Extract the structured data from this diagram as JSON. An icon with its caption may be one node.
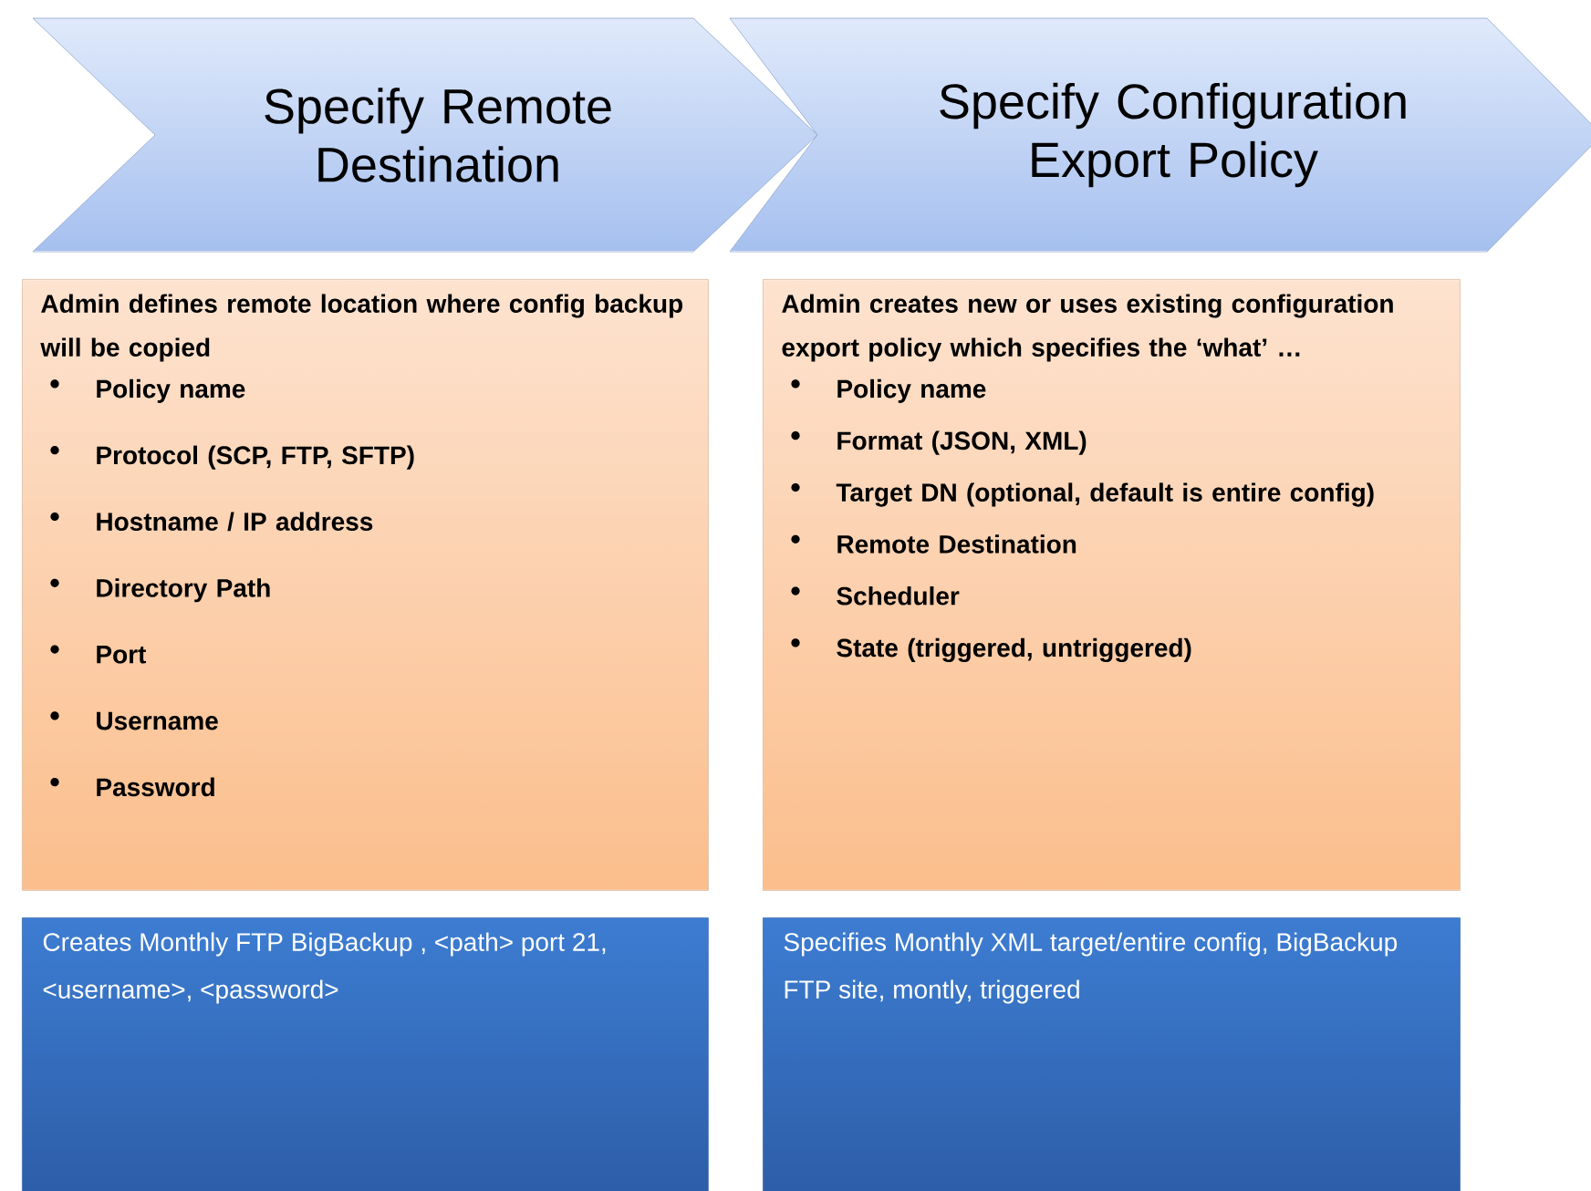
{
  "diagram": {
    "nodes": [
      {
        "text": [
          "Specify Remote Destination"
        ]
      },
      {
        "text": [
          "Specify Configuration Export Policy"
        ]
      },
      {
        "text": [
          "Admin defines remote location where config backup will be copied",
          "Policy name",
          "Protocol (SCP, FTP, SFTP)",
          "Hostname / IP address",
          "Directory Path",
          "Port",
          "Username",
          "Password"
        ]
      },
      {
        "text": [
          "Admin creates new or uses existing configuration export policy which specifies the ‘what’ …",
          "Policy name",
          "Format (JSON, XML)",
          "Target DN (optional, default is entire config)",
          "Remote Destination",
          "Scheduler",
          "State (triggered, untriggered)"
        ]
      },
      {
        "text": [
          "Creates Monthly FTP BigBackup , <path> port 21, <username>, <password>"
        ]
      },
      {
        "text": [
          "Specifies Monthly XML target/entire config, BigBackup FTP site, montly, triggered"
        ]
      }
    ]
  }
}
